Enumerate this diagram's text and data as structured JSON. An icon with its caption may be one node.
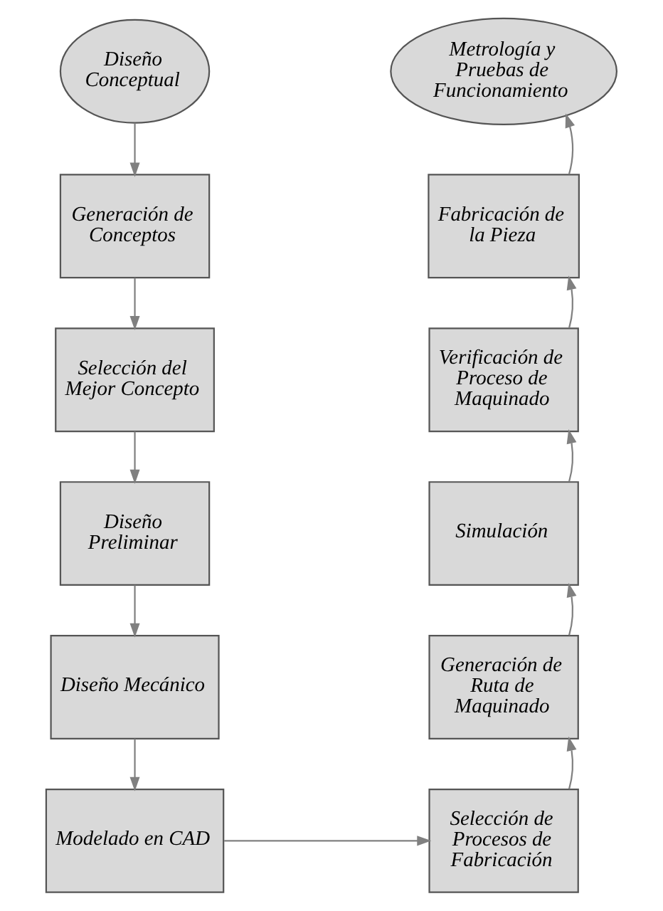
{
  "diagram": {
    "nodes": [
      {
        "text": [
          "Diseño Conceptual"
        ]
      },
      {
        "text": [
          "Generación de Conceptos"
        ]
      },
      {
        "text": [
          "Selección del Mejor Concepto"
        ]
      },
      {
        "text": [
          "Diseño Preliminar"
        ]
      },
      {
        "text": [
          "Diseño Mecánico"
        ]
      },
      {
        "text": [
          "Modelado en CAD"
        ]
      },
      {
        "text": [
          "Selección de Procesos de Fabricación"
        ]
      },
      {
        "text": [
          "Generación de Ruta de Maquinado"
        ]
      },
      {
        "text": [
          "Simulación"
        ]
      },
      {
        "text": [
          "Verificación de Proceso de Maquinado"
        ]
      },
      {
        "text": [
          "Fabricación de la Pieza"
        ]
      },
      {
        "text": [
          "Metrología y Pruebas de Funcionamiento"
        ]
      }
    ],
    "edges": [
      {
        "from": 0,
        "to": 1,
        "arrow": "to"
      },
      {
        "from": 1,
        "to": 2,
        "arrow": "to"
      },
      {
        "from": 2,
        "to": 3,
        "arrow": "to"
      },
      {
        "from": 3,
        "to": 4,
        "arrow": "to"
      },
      {
        "from": 4,
        "to": 5,
        "arrow": "to"
      },
      {
        "from": 5,
        "to": 6,
        "arrow": "to"
      },
      {
        "from": 6,
        "to": 7,
        "arrow": "to"
      },
      {
        "from": 7,
        "to": 8,
        "arrow": "to"
      },
      {
        "from": 8,
        "to": 9,
        "arrow": "to"
      },
      {
        "from": 9,
        "to": 10,
        "arrow": "to"
      },
      {
        "from": 10,
        "to": 11,
        "arrow": "to"
      }
    ]
  }
}
